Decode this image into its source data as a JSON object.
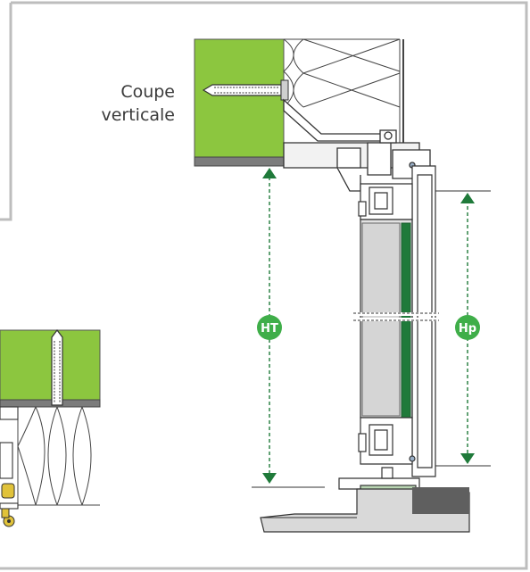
{
  "caption": {
    "line1": "Coupe",
    "line2": "verticale"
  },
  "dimensions": {
    "total_height_label": "HT",
    "leaf_height_label": "Hp"
  },
  "colors": {
    "insulation_board": "#8cc63f",
    "dimension_green": "#1f7a3a",
    "badge_green": "#3fae49",
    "frame_border": "#bdbdbd",
    "glazing_gray": "#e2e2e2",
    "sill_gray": "#d9d9d9",
    "dark_block": "#5f5f5f"
  }
}
